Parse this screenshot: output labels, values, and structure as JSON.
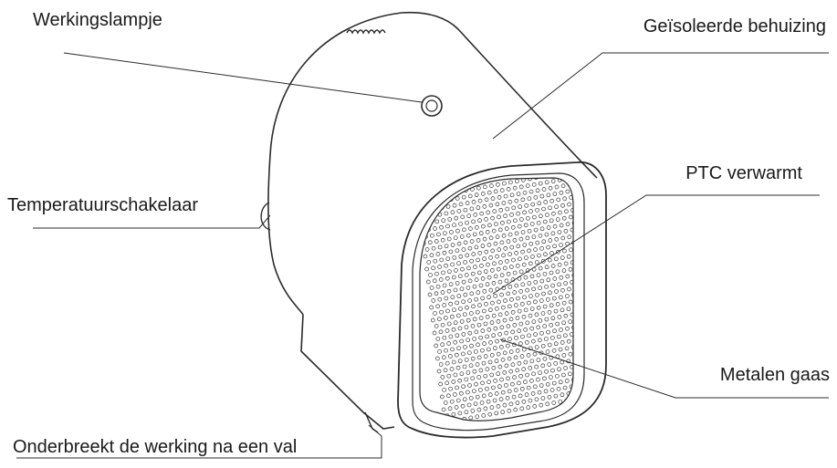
{
  "diagram": {
    "labels": {
      "power_light": "Werkingslampje",
      "insulated_housing": "Geïsoleerde behuizing",
      "temperature_switch": "Temperatuurschakelaar",
      "ptc_heating": "PTC verwarmt",
      "metal_mesh": "Metalen gaas",
      "tip_over_protection": "Onderbreekt de werking na een val"
    },
    "colors": {
      "line": "#2b2b2b",
      "mesh": "#3a3a3a",
      "background": "#ffffff"
    }
  }
}
